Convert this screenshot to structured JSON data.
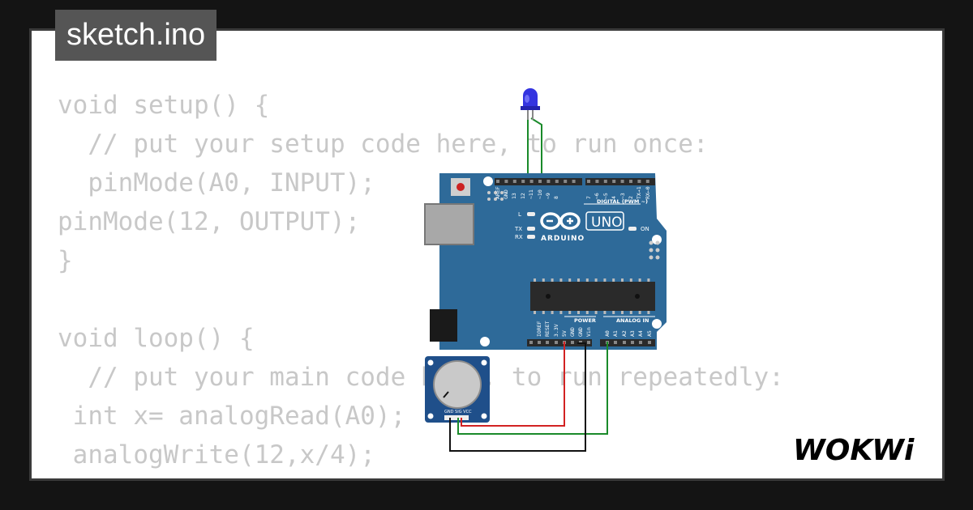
{
  "tab": {
    "title": "sketch.ino"
  },
  "code_lines": [
    "void setup() {",
    "  // put your setup code here, to run once:",
    "  pinMode(A0, INPUT);",
    "pinMode(12, OUTPUT);",
    "}",
    "",
    "void loop() {",
    "  // put your main code here, to run repeatedly:",
    " int x= analogRead(A0);",
    " analogWrite(12,x/4);",
    "}"
  ],
  "board": {
    "brand": "ARDUINO",
    "model": "UNO",
    "header_top_label": "DIGITAL (PWM ~)",
    "top_pins": [
      "AREF",
      "GND",
      "13",
      "12",
      "~11",
      "~10",
      "~9",
      "8",
      "7",
      "~6",
      "~5",
      "4",
      "~3",
      "2",
      "TX→1",
      "RX←0"
    ],
    "power_label": "POWER",
    "power_pins": [
      "IOREF",
      "RESET",
      "3.3V",
      "5V",
      "GND",
      "GND",
      "Vin"
    ],
    "analog_label": "ANALOG IN",
    "analog_pins": [
      "A0",
      "A1",
      "A2",
      "A3",
      "A4",
      "A5"
    ],
    "led_labels": {
      "l": "L",
      "tx": "TX",
      "rx": "RX",
      "on": "ON"
    }
  },
  "potentiometer": {
    "pin_labels": "GND SIG VCC"
  },
  "colors": {
    "board": "#2e6a99",
    "led": "#3434e0",
    "wire_red": "#d22222",
    "wire_green": "#1a8a2a",
    "wire_black": "#111111",
    "code": "#c8c8c8",
    "tab_bg": "#555555"
  },
  "logo": {
    "text": "WOKWi"
  }
}
